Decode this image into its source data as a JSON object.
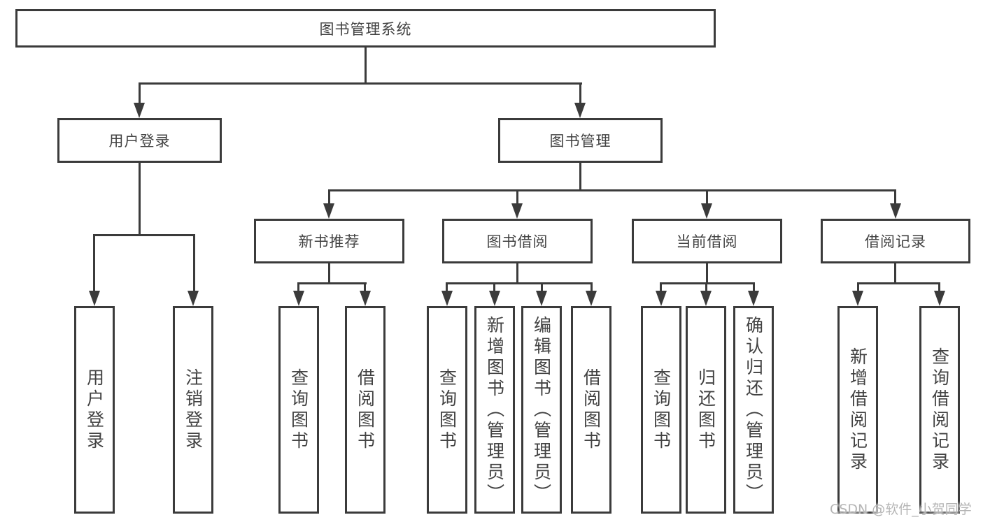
{
  "diagram": {
    "root": {
      "label": "图书管理系统"
    },
    "user_login": {
      "label": "用户登录",
      "children": [
        {
          "label": "用户登录"
        },
        {
          "label": "注销登录"
        }
      ]
    },
    "book_mgmt": {
      "label": "图书管理",
      "sections": [
        {
          "label": "新书推荐",
          "children": [
            {
              "label": "查询图书"
            },
            {
              "label": "借阅图书"
            }
          ]
        },
        {
          "label": "图书借阅",
          "children": [
            {
              "label": "查询图书"
            },
            {
              "label": "新增图书（管理员）"
            },
            {
              "label": "编辑图书（管理员）"
            },
            {
              "label": "借阅图书"
            }
          ]
        },
        {
          "label": "当前借阅",
          "children": [
            {
              "label": "查询图书"
            },
            {
              "label": "归还图书"
            },
            {
              "label": "确认归还（管理员）"
            }
          ]
        },
        {
          "label": "借阅记录",
          "children": [
            {
              "label": "新增借阅记录"
            },
            {
              "label": "查询借阅记录"
            }
          ]
        }
      ]
    },
    "watermark": "CSDN @软件_小贺同学",
    "colors": {
      "line": "#3b3b3b",
      "box_border": "#3b3b3b",
      "text": "#424242",
      "watermark": "#b5b5b5"
    }
  }
}
